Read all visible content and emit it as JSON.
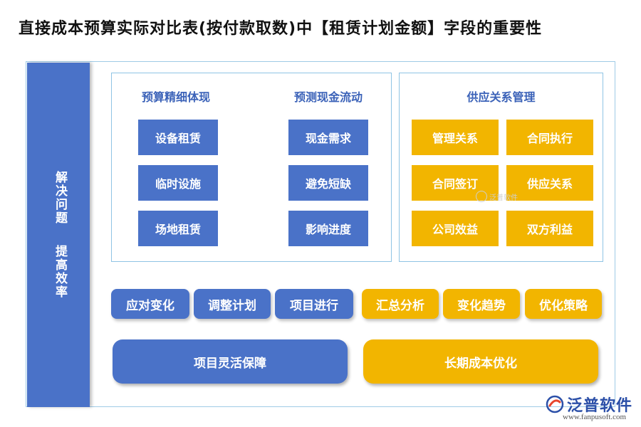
{
  "title": "直接成本预算实际对比表(按付款取数)中【租赁计划金额】字段的重要性",
  "left": {
    "line1": "解决问题",
    "line2": "提高效率"
  },
  "panel_blue": {
    "col1": {
      "head": "预算精细体现",
      "items": [
        "设备租赁",
        "临时设施",
        "场地租赁"
      ]
    },
    "col2": {
      "head": "预测现金流动",
      "items": [
        "现金需求",
        "避免短缺",
        "影响进度"
      ]
    }
  },
  "panel_gold": {
    "head": "供应关系管理",
    "items": [
      "管理关系",
      "合同执行",
      "合同签订",
      "供应关系",
      "公司效益",
      "双方利益"
    ]
  },
  "row_blue": [
    "应对变化",
    "调整计划",
    "项目进行"
  ],
  "row_gold": [
    "汇总分析",
    "变化趋势",
    "优化策略"
  ],
  "bottom": {
    "blue": "项目灵活保障",
    "gold": "长期成本优化"
  },
  "watermark": "泛普软件",
  "logo": {
    "name": "泛普软件",
    "url": "www.fanpusoft.com"
  },
  "colors": {
    "blue": "#4a72c8",
    "gold": "#f2b500",
    "border": "#8fc4e4"
  }
}
